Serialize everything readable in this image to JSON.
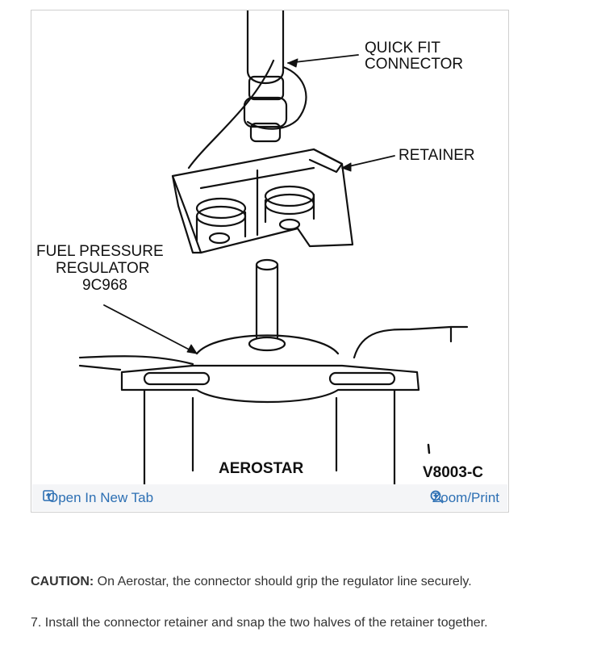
{
  "figure": {
    "labels": {
      "quick_fit_line1": "QUICK FIT",
      "quick_fit_line2": "CONNECTOR",
      "retainer": "RETAINER",
      "fpr_line1": "FUEL PRESSURE",
      "fpr_line2": "REGULATOR",
      "fpr_line3": "9C968",
      "vehicle": "AEROSTAR",
      "code": "V8003-C"
    },
    "toolbar": {
      "open_tab_label": "Open In New Tab",
      "open_tab_icon": "open-in-new-tab-icon",
      "zoom_label": "Zoom/Print",
      "zoom_icon": "zoom-in-icon",
      "link_color": "#2c6fb3"
    }
  },
  "caution": {
    "heading": "CAUTION:",
    "text": " On Aerostar, the connector should grip the regulator line securely."
  },
  "step": {
    "number": "7.",
    "text": " Install the connector retainer and snap the two halves of the retainer together."
  }
}
